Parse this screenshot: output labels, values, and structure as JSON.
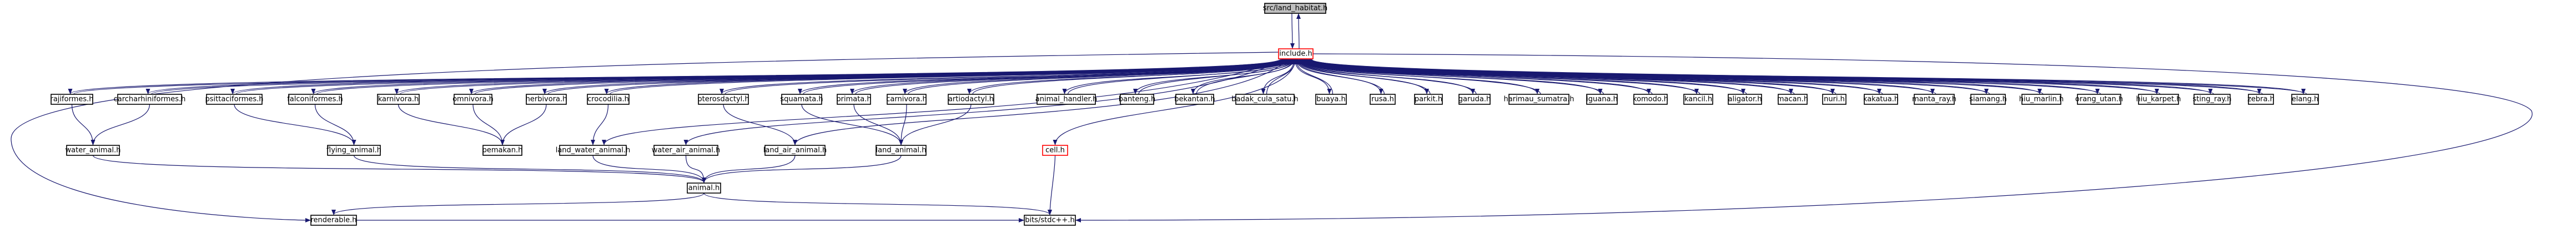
{
  "graph": {
    "nodes": [
      {
        "id": "src_land_habitat",
        "label": "src/land_habitat.h",
        "style": "current"
      },
      {
        "id": "include_h",
        "label": "include.h",
        "style": "hub"
      },
      {
        "id": "rajiformes",
        "label": "rajiformes.h"
      },
      {
        "id": "carcharhiniformes",
        "label": "carcharhiniformes.h"
      },
      {
        "id": "psittaciformes",
        "label": "psittaciformes.h"
      },
      {
        "id": "falconiformes",
        "label": "falconiformes.h"
      },
      {
        "id": "karnivora",
        "label": "karnivora.h"
      },
      {
        "id": "omnivora",
        "label": "omnivora.h"
      },
      {
        "id": "herbivora",
        "label": "herbivora.h"
      },
      {
        "id": "crocodilia",
        "label": "crocodilia.h"
      },
      {
        "id": "pterosdactyl",
        "label": "pterosdactyl.h"
      },
      {
        "id": "squamata",
        "label": "squamata.h"
      },
      {
        "id": "primata",
        "label": "primata.h"
      },
      {
        "id": "carnivora",
        "label": "carnivora.h"
      },
      {
        "id": "artiodactyl",
        "label": "artiodactyl.h"
      },
      {
        "id": "animal_handler",
        "label": "animal_handler.h"
      },
      {
        "id": "banteng",
        "label": "banteng.h"
      },
      {
        "id": "bekantan",
        "label": "bekantan.h"
      },
      {
        "id": "badak_cula_satu",
        "label": "badak_cula_satu.h"
      },
      {
        "id": "buaya",
        "label": "buaya.h"
      },
      {
        "id": "rusa",
        "label": "rusa.h"
      },
      {
        "id": "parkit",
        "label": "parkit.h"
      },
      {
        "id": "garuda",
        "label": "garuda.h"
      },
      {
        "id": "harimau_sumatra",
        "label": "harimau_sumatra.h"
      },
      {
        "id": "iguana",
        "label": "iguana.h"
      },
      {
        "id": "komodo",
        "label": "komodo.h"
      },
      {
        "id": "kancil",
        "label": "kancil.h"
      },
      {
        "id": "aligator",
        "label": "aligator.h"
      },
      {
        "id": "macan",
        "label": "macan.h"
      },
      {
        "id": "nuri",
        "label": "nuri.h"
      },
      {
        "id": "kakatua",
        "label": "kakatua.h"
      },
      {
        "id": "manta_ray",
        "label": "manta_ray.h"
      },
      {
        "id": "siamang",
        "label": "siamang.h"
      },
      {
        "id": "hiu_marlin",
        "label": "hiu_marlin.h"
      },
      {
        "id": "orang_utan",
        "label": "orang_utan.h"
      },
      {
        "id": "hiu_karpet",
        "label": "hiu_karpet.h"
      },
      {
        "id": "sting_ray",
        "label": "sting_ray.h"
      },
      {
        "id": "zebra",
        "label": "zebra.h"
      },
      {
        "id": "elang",
        "label": "elang.h"
      },
      {
        "id": "water_animal",
        "label": "water_animal.h"
      },
      {
        "id": "flying_animal",
        "label": "flying_animal.h"
      },
      {
        "id": "pemakan",
        "label": "pemakan.h"
      },
      {
        "id": "land_water_animal",
        "label": "land_water_animal.h"
      },
      {
        "id": "water_air_animal",
        "label": "water_air_animal.h"
      },
      {
        "id": "land_air_animal",
        "label": "land_air_animal.h"
      },
      {
        "id": "land_animal",
        "label": "land_animal.h"
      },
      {
        "id": "cell",
        "label": "cell.h",
        "style": "hub"
      },
      {
        "id": "animal",
        "label": "animal.h"
      },
      {
        "id": "renderable",
        "label": "renderable.h"
      },
      {
        "id": "bits_stdcpp",
        "label": "bits/stdc++.h"
      }
    ],
    "edges": [
      [
        "src_land_habitat",
        "include_h"
      ]
    ],
    "colors": {
      "edge": "#191970",
      "hub_border": "#ff0000",
      "current_fill": "#bfbfbf",
      "node_border": "#000000"
    }
  }
}
